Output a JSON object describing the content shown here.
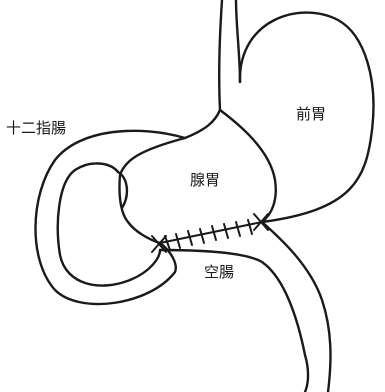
{
  "labels": {
    "duodenum": "十二指腸",
    "forestomach": "前胃",
    "glandular_stomach": "腺胃",
    "jejunum": "空腸"
  }
}
